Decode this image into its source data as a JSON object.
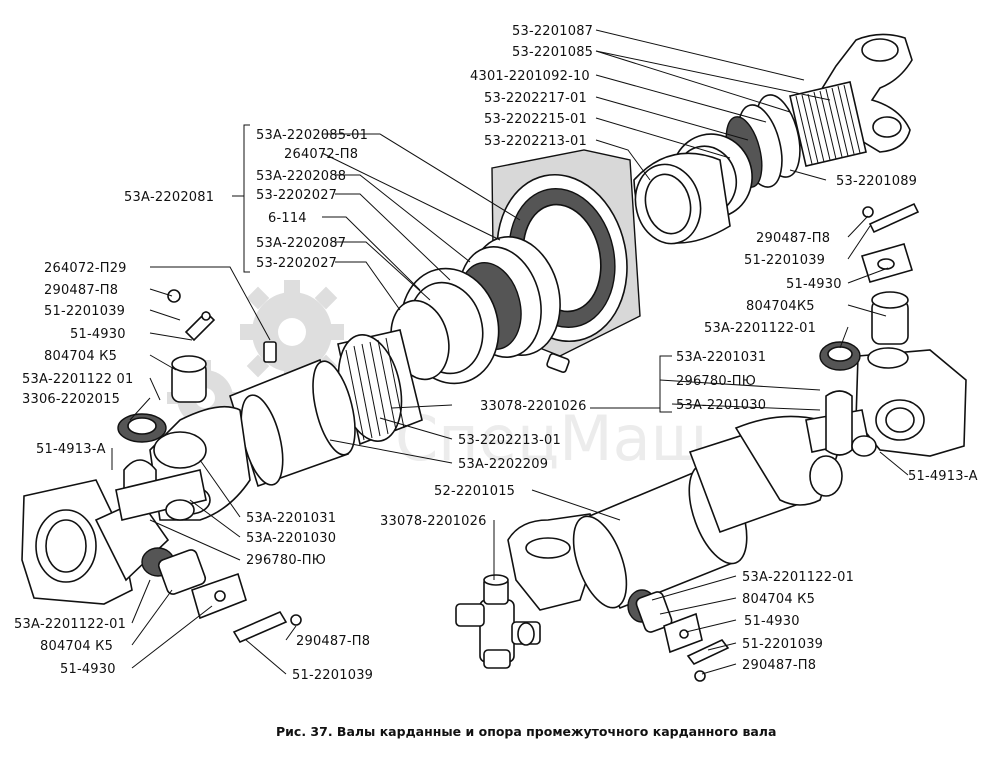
{
  "caption": "Рис. 37. Валы карданные и опора промежуточного карданного вала",
  "watermark": "СпецМаш",
  "labels": {
    "l01": "53-2201087",
    "l02": "53-2201085",
    "l03": "4301-2201092-10",
    "l04": "53-2202217-01",
    "l05": "53-2202215-01",
    "l06": "53-2202213-01",
    "l07": "53-2201089",
    "l08": "53А-2202085-01",
    "l09": "264072-П8",
    "l10": "53А-2202088",
    "l11": "53-2202027",
    "l12": "53А-2202081",
    "l13": "6-114",
    "l14": "53А-2202087",
    "l15": "53-2202027",
    "l16": "290487-П8",
    "l17": "51-2201039",
    "l18": "51-4930",
    "l19": "804704К5",
    "l20": "53А-2201122-01",
    "l21": "264072-П29",
    "l22": "290487-П8",
    "l23": "51-2201039",
    "l24": "51-4930",
    "l25": "804704 К5",
    "l26": "53А-2201122  01",
    "l27": "3306-2202015",
    "l28": "53А-2201031",
    "l29": "296780-ПЮ",
    "l30": "53А-2201030",
    "l31": "33078-2201026",
    "l32": "53-2202213-01",
    "l33": "53А-2202209",
    "l34": "51-4913-А",
    "l35": "52-2201015",
    "l36": "51-4913-А",
    "l37": "53А-2201031",
    "l38": "53А-2201030",
    "l39": "296780-ПЮ",
    "l40": "33078-2201026",
    "l41": "53А-2201122-01",
    "l42": "804704 К5",
    "l43": "51-4930",
    "l44": "51-2201039",
    "l45": "290487-П8",
    "l46": "53А-2201122-01",
    "l47": "804704 К5",
    "l48": "51-4930",
    "l49": "290487-П8",
    "l50": "51-2201039"
  }
}
